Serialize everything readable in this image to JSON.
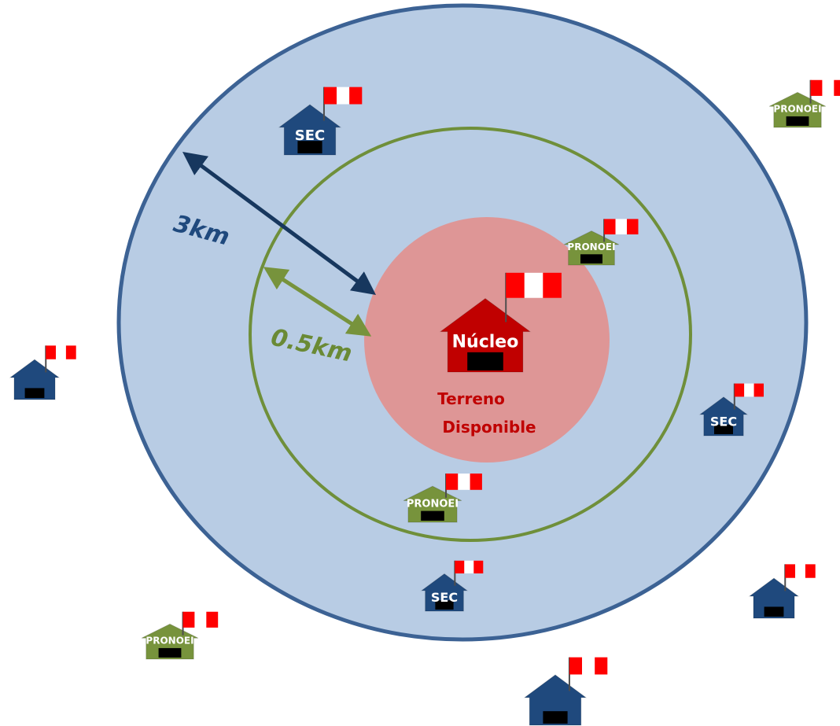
{
  "radius_labels": {
    "outer": "3km",
    "inner": "0.5km"
  },
  "nucleus": {
    "label": "Núcleo",
    "area_line1": "Terreno",
    "area_line2": "Disponible"
  },
  "school_labels": {
    "sec": "SEC",
    "pronoei": "PRONOEI"
  },
  "colors": {
    "outer_fill": "#b8cce4",
    "outer_stroke": "#3c6294",
    "inner_stroke": "#6f8f3a",
    "nucleus_zone": "#de9696",
    "nucleus_house": "#c00000",
    "sec_house": "#1f497d",
    "pronoei_house": "#77933c",
    "flag_red": "#ff0000",
    "arrow_outer": "#17375e",
    "arrow_inner": "#77933c"
  }
}
